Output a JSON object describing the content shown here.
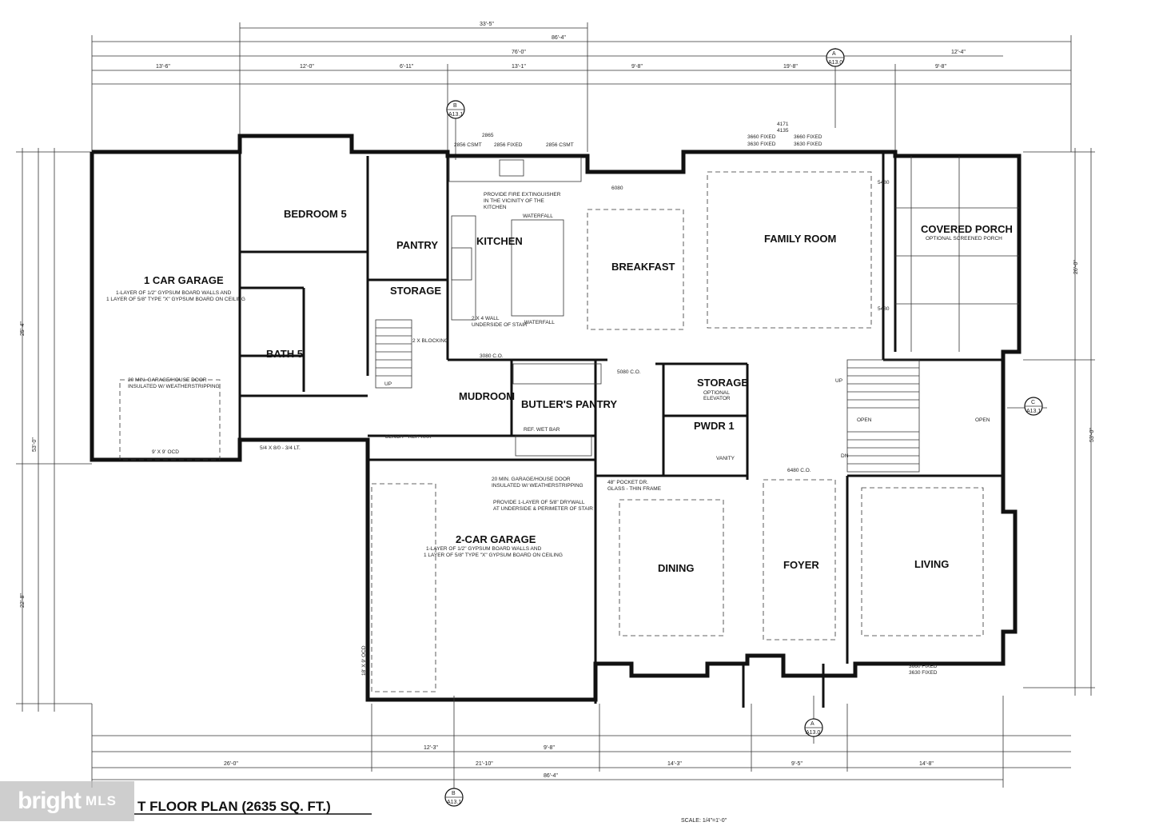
{
  "plan_title": "T FLOOR PLAN (2635 SQ. FT.)",
  "scale": "SCALE: 1/4\"=1'-0\"",
  "rooms": {
    "garage1": "1 CAR GARAGE",
    "garage1_note1": "1-LAYER OF 1/2\" GYPSUM BOARD WALLS AND",
    "garage1_note2": "1 LAYER OF 5/8\" TYPE \"X\" GYPSUM BOARD ON CEILING",
    "bedroom5": "BEDROOM 5",
    "pantry": "PANTRY",
    "storage1": "STORAGE",
    "kitchen": "KITCHEN",
    "breakfast": "BREAKFAST",
    "family": "FAMILY ROOM",
    "porch": "COVERED PORCH",
    "porch_note": "OPTIONAL SCREENED PORCH",
    "bath5": "BATH 5",
    "mudroom": "MUDROOM",
    "butlers": "BUTLER'S PANTRY",
    "storage2": "STORAGE",
    "elevator_note1": "OPTIONAL",
    "elevator_note2": "ELEVATOR",
    "pwdr": "PWDR 1",
    "garage2": "2-CAR GARAGE",
    "garage2_note1": "1-LAYER OF 1/2\" GYPSUM BOARD WALLS AND",
    "garage2_note2": "1 LAYER OF 5/8\" TYPE \"X\" GYPSUM BOARD ON CEILING",
    "dining": "DINING",
    "foyer": "FOYER",
    "living": "LIVING"
  },
  "notes": {
    "fire1": "PROVIDE FIRE EXTINGUISHER",
    "fire2": "IN THE VICINITY OF THE",
    "fire3": "KITCHEN",
    "garage_door1": "20 MIN. GARAGE/HOUSE DOOR",
    "garage_door2": "INSULATED W/ WEATHERSTRIPPING",
    "drywall1": "PROVIDE 1-LAYER OF 5/8\" DRYWALL",
    "drywall2": "AT UNDERSIDE & PERIMETER OF STAIR",
    "garage_door_b1": "20 MIN. GARAGE/HOUSE DOOR",
    "garage_door_b2": "INSULATED W/ WEATHERSTRIPPING",
    "bench": "BENCH - REF. XXX",
    "wetbar": "REF.    WET BAR",
    "pocket1": "48\" POCKET DR.",
    "pocket2": "GLASS - THIN FRAME",
    "waterfall_top": "WATERFALL",
    "waterfall_bot": "WATERFALL",
    "wall_note1": "2 X 4 WALL",
    "wall_note2": "UNDERSIDE OF STAIR",
    "blocking": "2 X BLOCKING",
    "open1": "OPEN",
    "open2": "OPEN",
    "vanity": "VANITY",
    "up": "UP",
    "dn": "DN"
  },
  "window_labels": {
    "w1": "2856 CSMT",
    "w2": "2856 FIXED",
    "w3": "2856 CSMT",
    "w4": "2865",
    "w5": "3660 FIXED",
    "w6": "3630 FIXED",
    "w7": "3660 FIXED",
    "w8": "3630 FIXED",
    "w9": "4171",
    "w10": "4135",
    "w11": "3660 FIXED",
    "w12": "3630 FIXED",
    "w13": "6480 C.O.",
    "w14": "5080 C.O.",
    "w15": "3080 C.O.",
    "w16": "5480",
    "w17": "5480",
    "w18": "6080"
  },
  "dimensions": {
    "top_overall": "86'-4\"",
    "top_a": "76'-0\"",
    "top_b": "33'-5\"",
    "top_c": "12'-4\"",
    "top_d": "13'-6\"",
    "top_e": "12'-0\"",
    "top_f": "6'-11\"",
    "top_g": "13'-1\"",
    "top_h": "9'-8\"",
    "top_i": "19'-8\"",
    "top_j": "9'-8\"",
    "bot_overall": "86'-4\"",
    "bot_a": "26'-0\"",
    "bot_b": "21'-10\"",
    "bot_c": "14'-3\"",
    "bot_d": "9'-5\"",
    "bot_e": "14'-8\"",
    "bot_f": "12'-3\"",
    "bot_g": "9'-8\"",
    "left_overall": "53'-0\"",
    "left_a": "25'-4\"",
    "left_b": "22'-8\"",
    "right_overall": "53'-0\"",
    "right_a": "26'-0\"",
    "dim_garage_door": "9' X 9' OCD",
    "dim_garage2_door": "18' X 9' OCD",
    "dim_win_a": "5/4 X 8/0 - 3/4 LT."
  },
  "callouts": {
    "a130_top": "A",
    "a130_top_ref": "A13.0",
    "b131_top": "B",
    "b131_top_ref": "A13.1",
    "c131": "C",
    "c131_ref": "A13.1",
    "a130_bot": "A",
    "a130_bot_ref": "A13.0",
    "b131_bot": "B",
    "b131_bot_ref": "A13.1"
  },
  "logo": {
    "brand": "bright",
    "suffix": "MLS"
  }
}
